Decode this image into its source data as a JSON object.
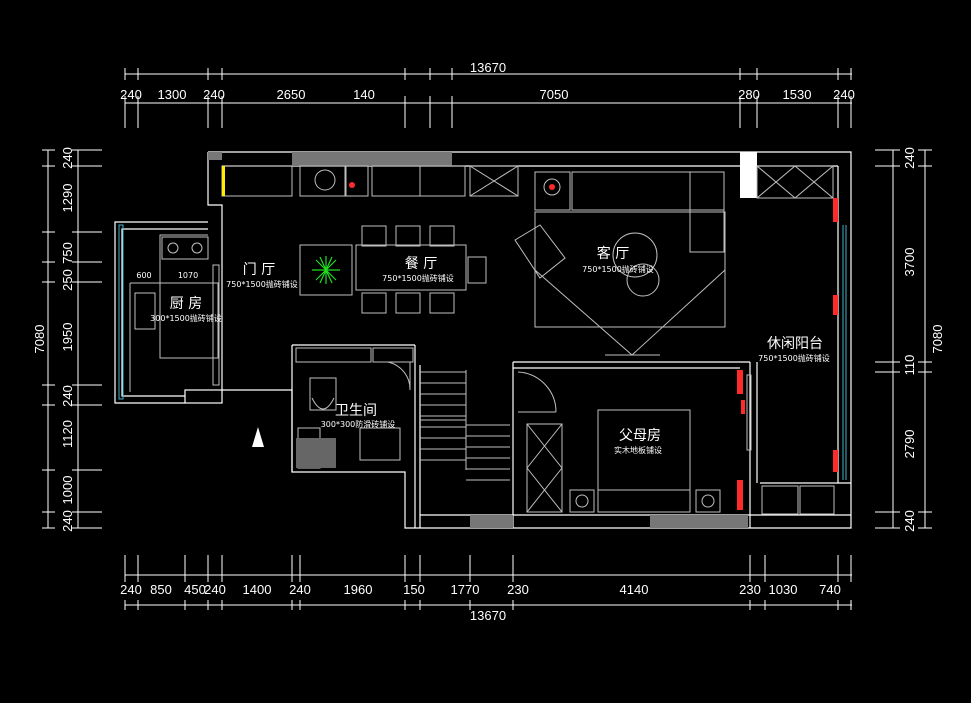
{
  "dimensions": {
    "top_total": "13670",
    "top": [
      "240",
      "1300",
      "240",
      "2650",
      "140",
      "7050",
      "280",
      "1530",
      "240"
    ],
    "bottom_total": "13670",
    "bottom": [
      "240",
      "850",
      "450",
      "240",
      "1400",
      "240",
      "1960",
      "150",
      "1770",
      "230",
      "4140",
      "230",
      "1030",
      "740"
    ],
    "left_total": "7080",
    "left": [
      "240",
      "1290",
      "750",
      "250",
      "1950",
      "240",
      "1120",
      "1000",
      "240"
    ],
    "right_total": "7080",
    "right": [
      "240",
      "3700",
      "110",
      "2790",
      "240"
    ]
  },
  "rooms": {
    "kitchen": {
      "name": "厨 房",
      "floor": "300*1500抛砖铺设",
      "dim_a": "600",
      "dim_b": "1070"
    },
    "foyer": {
      "name": "门 厅",
      "floor": "750*1500抛砖铺设"
    },
    "dining": {
      "name": "餐 厅",
      "floor": "750*1500抛砖铺设"
    },
    "living": {
      "name": "客 厅",
      "floor": "750*1500抛砖铺设"
    },
    "balcony": {
      "name": "休闲阳台",
      "floor": "750*1500抛砖铺设"
    },
    "bathroom": {
      "name": "卫生间",
      "floor": "300*300防滑砖铺设"
    },
    "parents": {
      "name": "父母房",
      "floor": "实木地板铺设"
    }
  },
  "colors": {
    "wall": "#ffffff",
    "furniture": "#bfbfbf",
    "window": "#3fb0c8",
    "hatch": "#ff2a2a",
    "plant": "#22dd22",
    "accent": "#ffee00"
  }
}
